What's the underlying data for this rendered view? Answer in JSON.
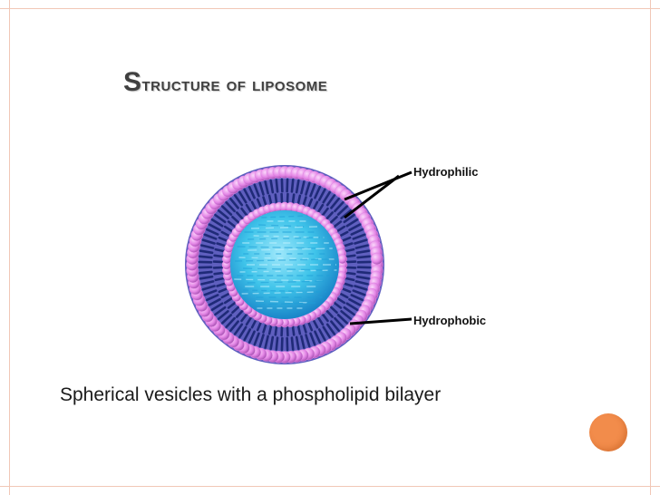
{
  "slide": {
    "title_first_letter": "S",
    "title_rest": "tructure of liposome",
    "caption": "Spherical vesicles with a phospholipid bilayer"
  },
  "diagram": {
    "label_hydrophilic": "Hydrophilic",
    "label_hydrophobic": "Hydrophobic"
  },
  "colors": {
    "frame_border": "#f1c7b6",
    "accent_orange": "#f28c4b",
    "head_pink": "#e486e6",
    "tail_navy": "#1f2a78",
    "core_cyan": "#3fc4ea"
  }
}
